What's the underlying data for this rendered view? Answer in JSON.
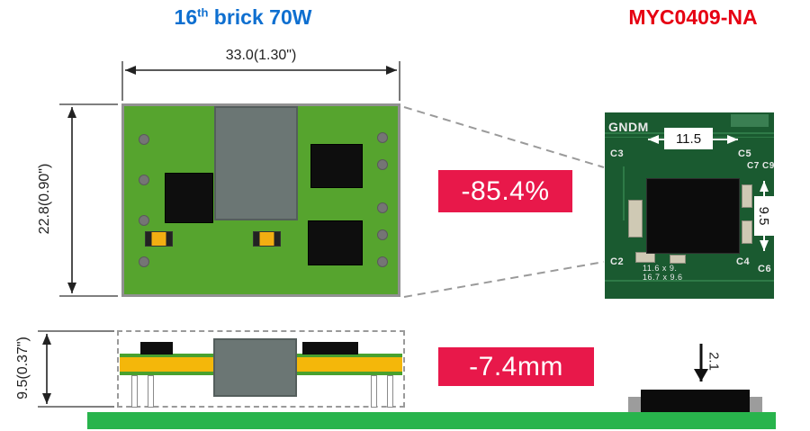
{
  "header": {
    "left_title": {
      "base": "16",
      "sup": "th",
      "rest": " brick 70W"
    },
    "right_title": "MYC0409-NA"
  },
  "badges": {
    "area": "-85.4%",
    "height": "-7.4mm"
  },
  "dims": {
    "brick_width": "33.0(1.30\")",
    "brick_height": "22.8(0.90\")",
    "brick_side_height": "9.5(0.37\")",
    "module_width": "11.5",
    "module_height": "9.5",
    "module_side_height": "2.1"
  },
  "photo": {
    "silkscreen_gndm": "GNDM",
    "silkscreen_c3": "C3",
    "silkscreen_c5": "C5",
    "silkscreen_c7c9": "C7 C9",
    "silkscreen_c2": "C2",
    "silkscreen_c4": "C4",
    "silkscreen_c6": "C6",
    "silkscreen_note1": "11.6 x 9.",
    "silkscreen_note2": "16.7 x 9.6"
  },
  "colors": {
    "title_blue": "#0e6fd0",
    "title_red": "#e60012",
    "badge_red": "#e8184a",
    "pcb_green": "#56a42e",
    "board_green": "#28b44c",
    "photo_green": "#1a5a30"
  }
}
